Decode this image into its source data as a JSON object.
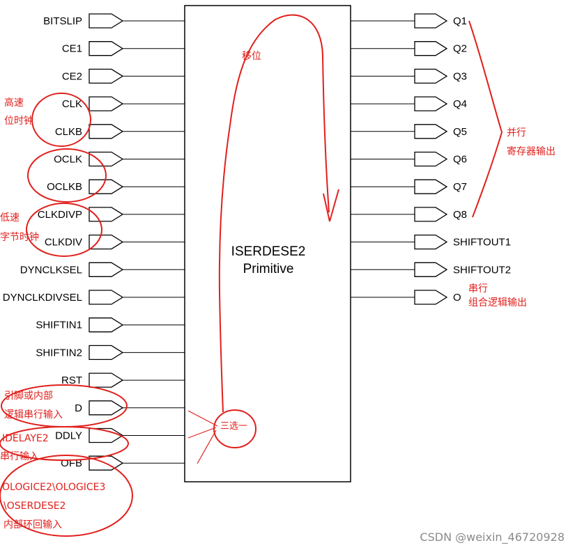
{
  "primitive": {
    "name": "ISERDESE2",
    "subtitle": "Primitive"
  },
  "left_pins": [
    "BITSLIP",
    "CE1",
    "CE2",
    "CLK",
    "CLKB",
    "OCLK",
    "OCLKB",
    "CLKDIVP",
    "CLKDIV",
    "DYNCLKSEL",
    "DYNCLKDIVSEL",
    "SHIFTIN1",
    "SHIFTIN2",
    "RST",
    "D",
    "DDLY",
    "OFB"
  ],
  "right_pins": [
    "Q1",
    "Q2",
    "Q3",
    "Q4",
    "Q5",
    "Q6",
    "Q7",
    "Q8",
    "SHIFTOUT1",
    "SHIFTOUT2",
    "O"
  ],
  "annotations": {
    "shift": "移位",
    "high_speed_l1": "高速",
    "high_speed_l2": "位时钟",
    "low_speed_l1": "低速",
    "low_speed_l2": "字节时钟",
    "parallel_l1": "并行",
    "parallel_l2": "寄存器输出",
    "serial_l1": "串行",
    "serial_l2": "组合逻辑输出",
    "d_src_l1": "引脚或内部",
    "d_src_l2": "逻辑串行输入",
    "ddly_src_l1": "IDELAYE2",
    "ddly_src_l2": "串行输入",
    "ofb_src_l1": "OLOGICE2\\OLOGICE3",
    "ofb_src_l2": "\\OSERDESE2",
    "ofb_src_l3": "内部环回输入",
    "mux": "三选一"
  },
  "watermark": "CSDN @weixin_46720928",
  "colors": {
    "annotation": "#e0201c",
    "line": "#000000",
    "watermark": "#8a8a8a"
  }
}
